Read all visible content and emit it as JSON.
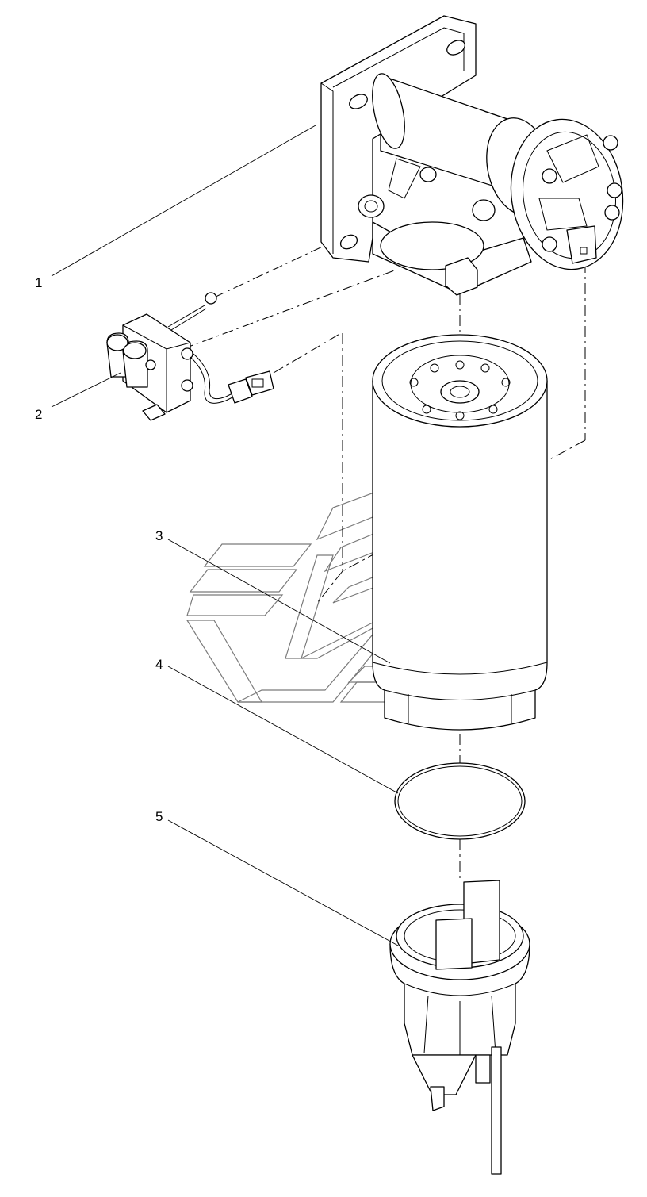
{
  "callouts": [
    {
      "num": "1",
      "part": "filter-head-with-mounting-flange"
    },
    {
      "num": "2",
      "part": "heater-sensor-unit-with-cable"
    },
    {
      "num": "3",
      "part": "filter-cartridge"
    },
    {
      "num": "4",
      "part": "o-ring-seal"
    },
    {
      "num": "5",
      "part": "water-separator-bowl-with-sensor"
    }
  ],
  "icons": {
    "watermark": "stylized-logo-watermark"
  },
  "colors": {
    "line": "#000000",
    "watermark": "#7a7a7a",
    "background": "#ffffff"
  }
}
